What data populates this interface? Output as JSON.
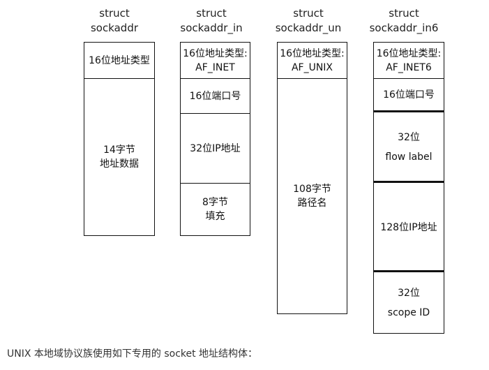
{
  "columns": [
    {
      "title_line1": "struct",
      "title_line2": "sockaddr",
      "cells": [
        {
          "lines": [
            "16位地址类型"
          ]
        },
        {
          "lines": [
            "14字节",
            "地址数据"
          ]
        }
      ]
    },
    {
      "title_line1": "struct",
      "title_line2": "sockaddr_in",
      "cells": [
        {
          "lines": [
            "16位地址类型:",
            "AF_INET"
          ]
        },
        {
          "lines": [
            "16位端口号"
          ]
        },
        {
          "lines": [
            "32位IP地址"
          ]
        },
        {
          "lines": [
            "8字节",
            "填充"
          ]
        }
      ]
    },
    {
      "title_line1": "struct",
      "title_line2": "sockaddr_un",
      "cells": [
        {
          "lines": [
            "16位地址类型:",
            "AF_UNIX"
          ]
        },
        {
          "lines": [
            "108字节",
            "路径名"
          ]
        }
      ]
    },
    {
      "title_line1": "struct",
      "title_line2": "sockaddr_in6",
      "cells": [
        {
          "lines": [
            "16位地址类型:",
            "AF_INET6"
          ]
        },
        {
          "lines": [
            "16位端口号"
          ]
        },
        {
          "lines": [
            "32位",
            "flow label"
          ]
        },
        {
          "lines": [
            "128位IP地址"
          ]
        },
        {
          "lines": [
            "32位",
            "scope ID"
          ]
        }
      ]
    }
  ],
  "caption": "UNIX 本地域协议族使用如下专用的 socket 地址结构体："
}
